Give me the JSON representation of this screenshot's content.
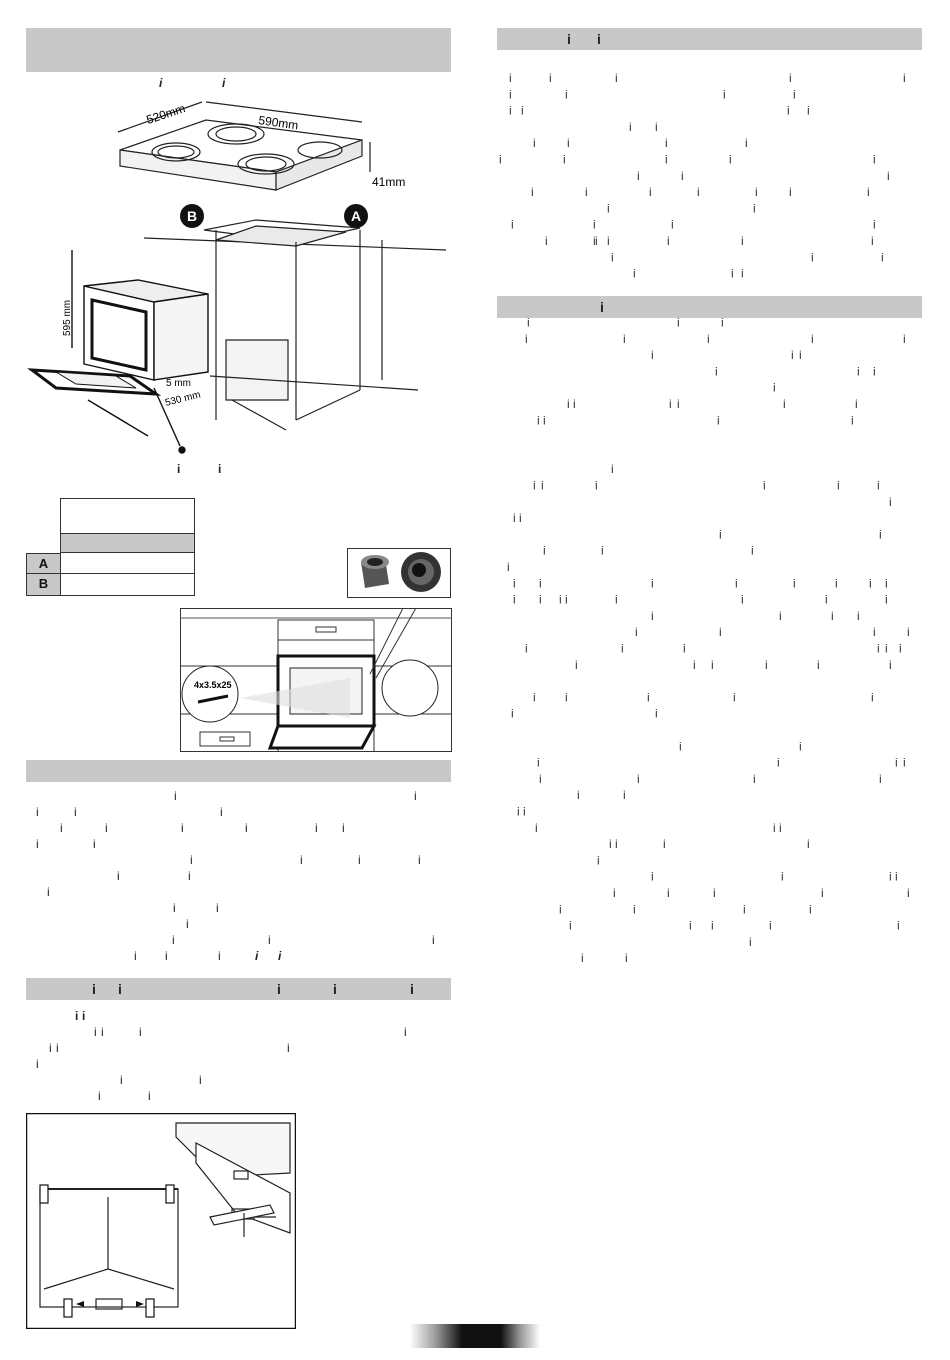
{
  "figures": {
    "hob": {
      "width_label": "520mm",
      "length_label": "590mm",
      "depth_label": "41mm",
      "marker_a": "A",
      "marker_b": "B"
    },
    "oven": {
      "height_label": "595 mm",
      "gap_label": "5 mm",
      "depth_label": "530 mm"
    },
    "table": {
      "row_a": "A",
      "row_b": "B"
    },
    "screw": {
      "label": "4x3.5x25"
    }
  },
  "left_column": {
    "top_fragments": [
      "i",
      "i"
    ],
    "caption_fragments": [
      "i",
      "i"
    ],
    "section2_fragments": [
      "i",
      "i",
      "i",
      "i",
      "i",
      "i",
      "i",
      "i",
      "i",
      "i",
      "i",
      "i",
      "i",
      "i",
      "i",
      "i",
      "i",
      "i",
      "i",
      "i",
      "i",
      "i",
      "i",
      "i",
      "i",
      "i",
      "i",
      "i",
      "i",
      "i",
      "i",
      "i"
    ],
    "section3_heading_fragments": [
      "i",
      "i",
      "i",
      "i",
      "i"
    ],
    "section3_fragments": [
      "i",
      "i",
      "i",
      "i",
      "i",
      "i",
      "i",
      "i",
      "i",
      "i",
      "i",
      "i",
      "i",
      "i"
    ]
  },
  "right_column": {
    "heading1_fragments": [
      "i",
      "i"
    ],
    "heading2_fragments": [
      "i"
    ]
  },
  "footer": {
    "page_number": ""
  }
}
